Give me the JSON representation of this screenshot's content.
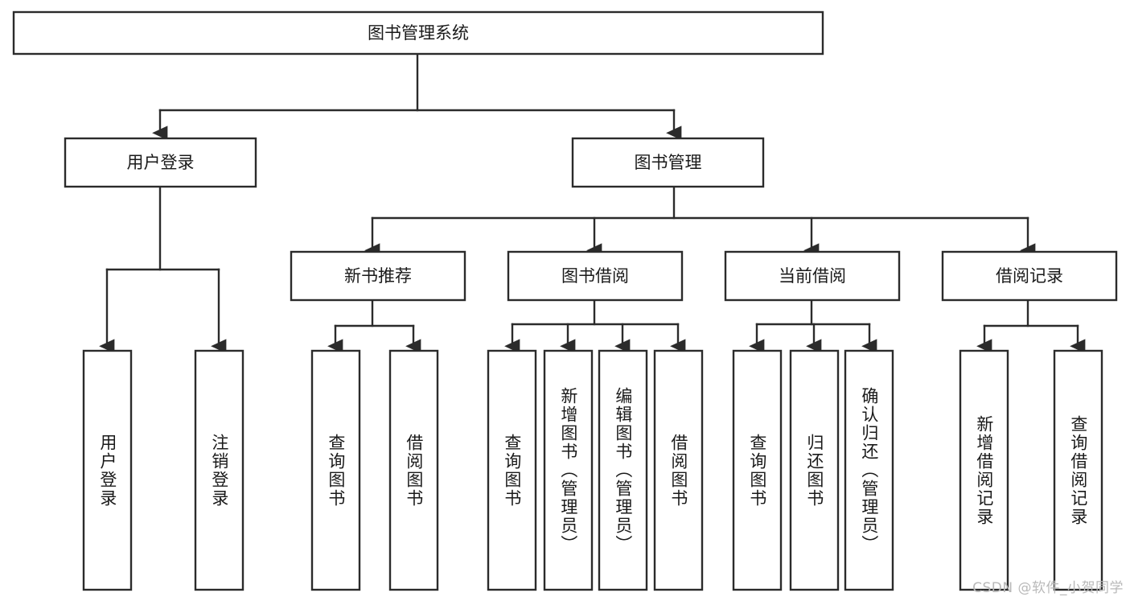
{
  "diagram": {
    "title": "图书管理系统",
    "watermark": "CSDN @软件_小贺同学",
    "colors": {
      "stroke": "#2b2b2b",
      "fill": "#ffffff",
      "text": "#1a1a1a",
      "watermark": "#b9b9b9"
    },
    "levels": {
      "root": {
        "label": "图书管理系统"
      },
      "level2": [
        {
          "label": "用户登录"
        },
        {
          "label": "图书管理"
        }
      ],
      "level3": [
        {
          "label": "新书推荐"
        },
        {
          "label": "图书借阅"
        },
        {
          "label": "当前借阅"
        },
        {
          "label": "借阅记录"
        }
      ],
      "level4": {
        "user_login": [
          {
            "label": "用户登录"
          },
          {
            "label": "注销登录"
          }
        ],
        "new_book_recommend": [
          {
            "label": "查询图书"
          },
          {
            "label": "借阅图书"
          }
        ],
        "book_borrow": [
          {
            "label": "查询图书"
          },
          {
            "label": "新增图书（管理员）"
          },
          {
            "label": "编辑图书（管理员）"
          },
          {
            "label": "借阅图书"
          }
        ],
        "current_borrow": [
          {
            "label": "查询图书"
          },
          {
            "label": "归还图书"
          },
          {
            "label": "确认归还（管理员）"
          }
        ],
        "borrow_record": [
          {
            "label": "新增借阅记录"
          },
          {
            "label": "查询借阅记录"
          }
        ]
      }
    }
  }
}
